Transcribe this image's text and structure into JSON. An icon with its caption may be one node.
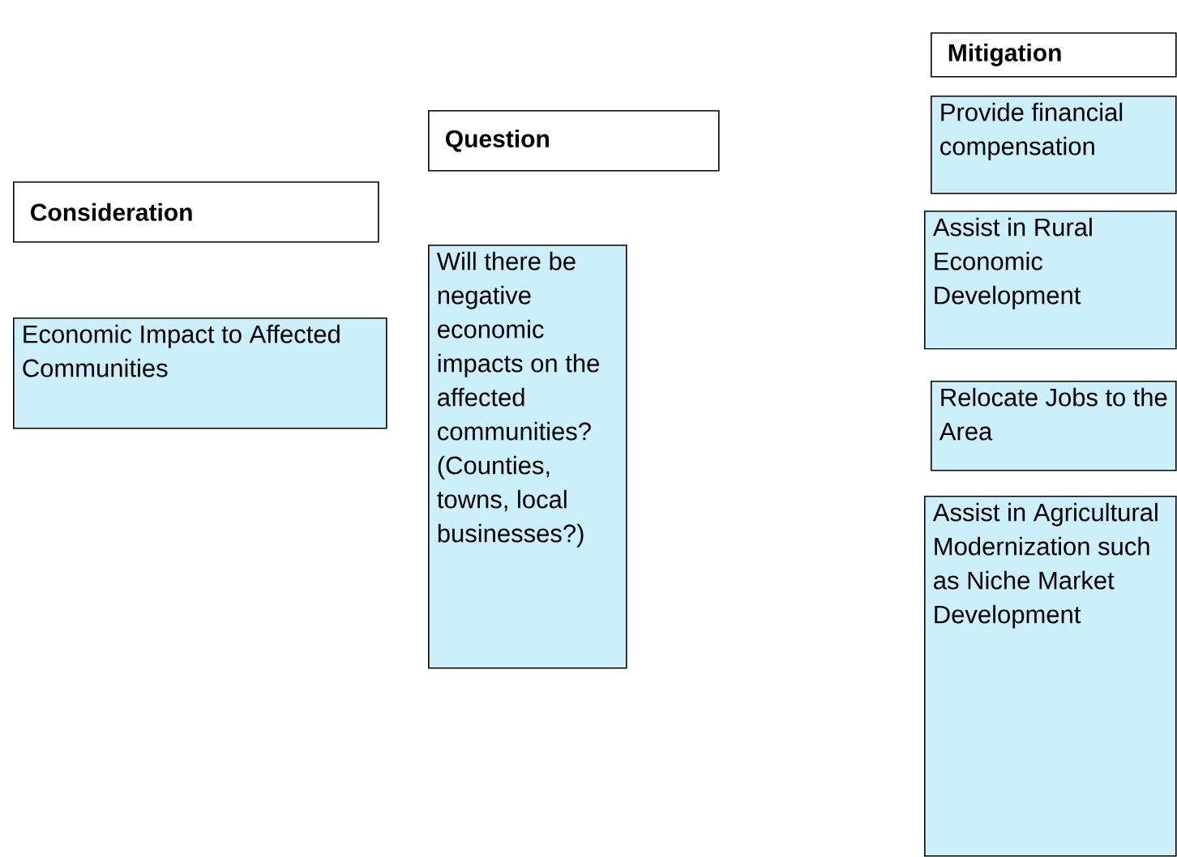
{
  "diagram": {
    "nodes": [
      {
        "text": [
          "Consideration"
        ]
      },
      {
        "text": [
          "Economic Impact to Affected Communities"
        ]
      },
      {
        "text": [
          "Question"
        ]
      },
      {
        "text": [
          "Will there be negative economic impacts on the affected communities? (Counties, towns, local businesses?)"
        ]
      },
      {
        "text": [
          "Mitigation"
        ]
      },
      {
        "text": [
          "Provide financial compensation"
        ]
      },
      {
        "text": [
          "Assist in Rural Economic Development"
        ]
      },
      {
        "text": [
          "Relocate Jobs to the Area"
        ]
      },
      {
        "text": [
          "Assist in Agricultural Modernization such as Niche Market Development"
        ]
      }
    ]
  }
}
